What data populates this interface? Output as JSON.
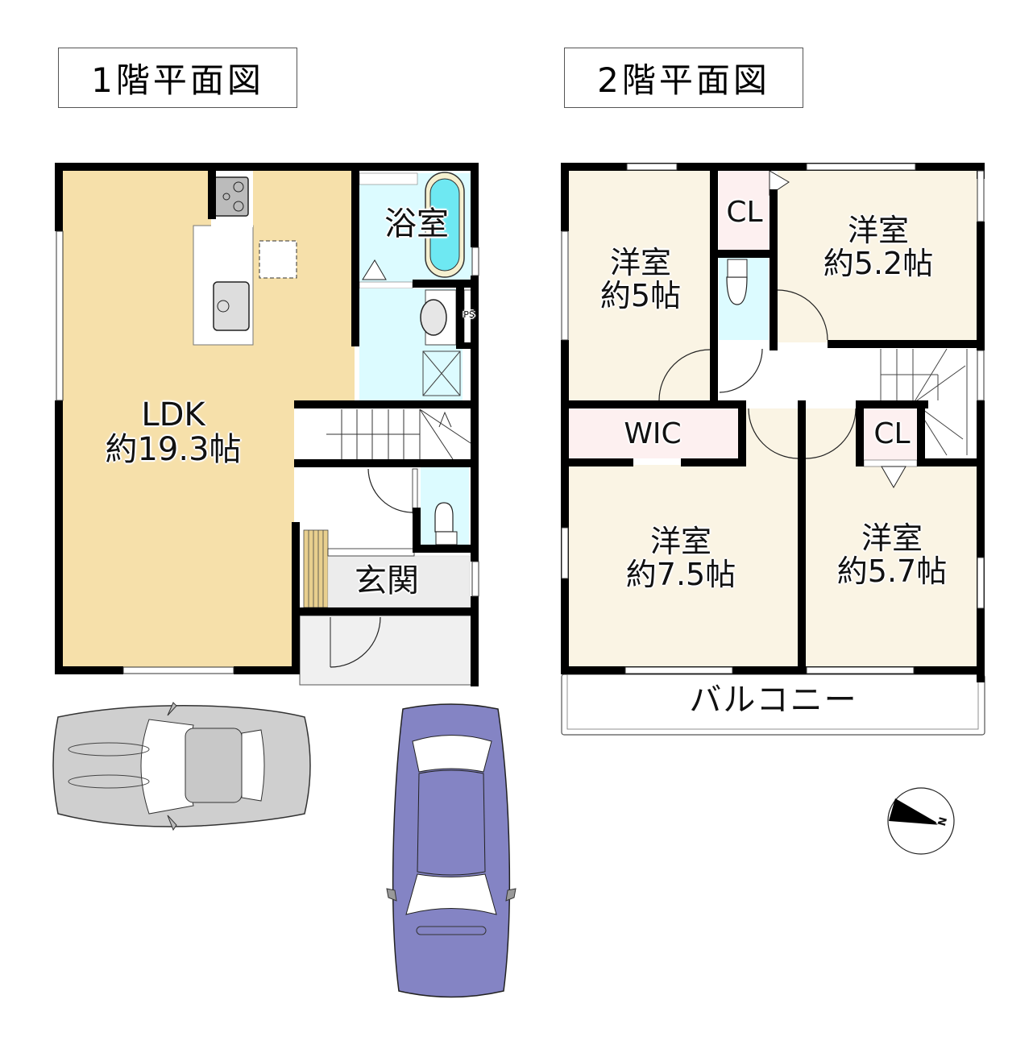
{
  "floor1": {
    "title": "1階平面図",
    "rooms": {
      "ldk": {
        "name": "LDK",
        "size": "約19.3帖"
      },
      "bath": {
        "name": "浴室"
      },
      "entrance": {
        "name": "玄関"
      },
      "ps": {
        "name": "PS"
      }
    }
  },
  "floor2": {
    "title": "2階平面図",
    "rooms": {
      "western_nw": {
        "name": "洋室",
        "size": "約5帖"
      },
      "western_ne": {
        "name": "洋室",
        "size": "約5.2帖"
      },
      "western_sw": {
        "name": "洋室",
        "size": "約7.5帖"
      },
      "western_se": {
        "name": "洋室",
        "size": "約5.7帖"
      },
      "closet_n": {
        "name": "CL"
      },
      "closet_s": {
        "name": "CL"
      },
      "wic": {
        "name": "WIC"
      },
      "balcony": {
        "name": "バルコニー"
      }
    }
  },
  "compass": {
    "label": "N"
  },
  "colors": {
    "ldk": "#f6e0aa",
    "wet_area": "#dcfbff",
    "western": "#faf4e4",
    "closet": "#fdf0f0",
    "wall": "#000000",
    "car_gray": "#cfcfcf",
    "car_blue": "#8484c4",
    "entrance_tile": "#ececec",
    "shoe_box": "#e8cf8e"
  }
}
